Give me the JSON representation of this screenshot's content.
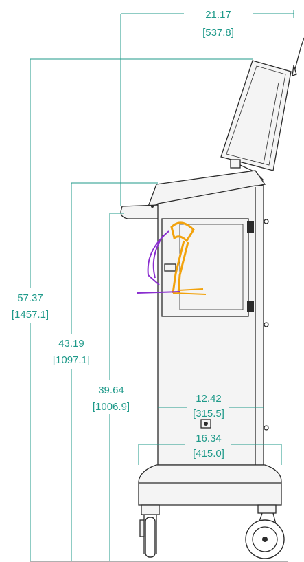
{
  "dimensions": {
    "overall_width": {
      "inches": "21.17",
      "mm": "[537.8]"
    },
    "overall_height": {
      "inches": "57.37",
      "mm": "[1457.1]"
    },
    "tabletop_height": {
      "inches": "43.19",
      "mm": "[1097.1]"
    },
    "door_height": {
      "inches": "39.64",
      "mm": "[1006.9]"
    },
    "cabinet_depth": {
      "inches": "12.42",
      "mm": "[315.5]"
    },
    "base_depth": {
      "inches": "16.34",
      "mm": "[415.0]"
    }
  },
  "colors": {
    "dimension": "#1f9a8a",
    "outline": "#2b2b2b",
    "robot_orange": "#f2a20c",
    "robot_purple": "#8a2ecf"
  }
}
